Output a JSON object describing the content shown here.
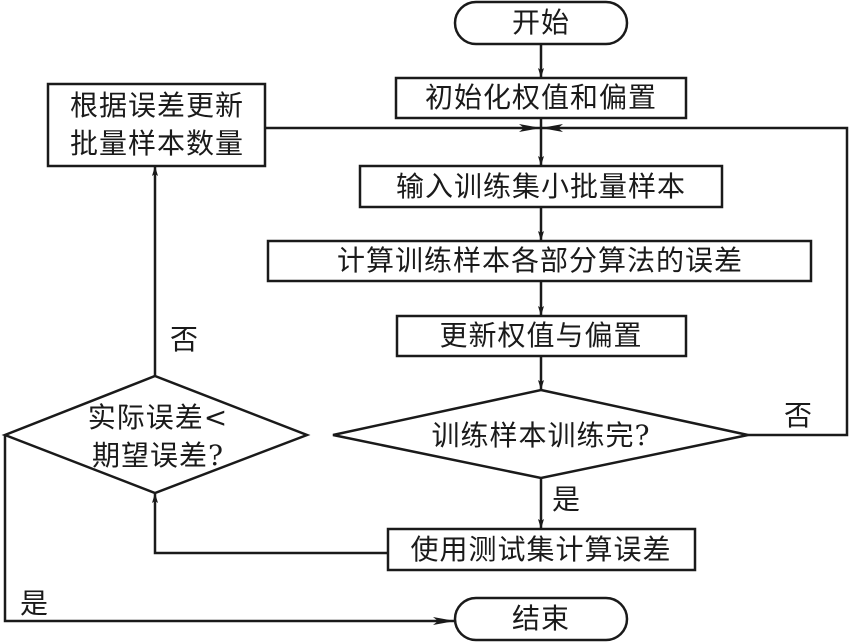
{
  "flowchart": {
    "nodes": {
      "start": {
        "type": "terminator",
        "label": "开始"
      },
      "init": {
        "type": "process",
        "label": "初始化权值和偏置"
      },
      "input_batch": {
        "type": "process",
        "label": "输入训练集小批量样本"
      },
      "compute_error": {
        "type": "process",
        "label": "计算训练样本各部分算法的误差"
      },
      "update_weights": {
        "type": "process",
        "label": "更新权值与偏置"
      },
      "training_done": {
        "type": "decision",
        "label": "训练样本训练完?"
      },
      "test_error": {
        "type": "process",
        "label": "使用测试集计算误差"
      },
      "error_check": {
        "type": "decision",
        "label_line1": "实际误差<",
        "label_line2": "期望误差?"
      },
      "update_batch": {
        "type": "process",
        "label_line1": "根据误差更新",
        "label_line2": "批量样本数量"
      },
      "end": {
        "type": "terminator",
        "label": "结束"
      }
    },
    "edge_labels": {
      "training_done_no": "否",
      "training_done_yes": "是",
      "error_check_no": "否",
      "error_check_yes": "是"
    },
    "edges": [
      {
        "from": "start",
        "to": "init"
      },
      {
        "from": "init",
        "to": "input_batch"
      },
      {
        "from": "input_batch",
        "to": "compute_error"
      },
      {
        "from": "compute_error",
        "to": "update_weights"
      },
      {
        "from": "update_weights",
        "to": "training_done"
      },
      {
        "from": "training_done",
        "to": "input_batch",
        "label": "否"
      },
      {
        "from": "training_done",
        "to": "test_error",
        "label": "是"
      },
      {
        "from": "test_error",
        "to": "error_check"
      },
      {
        "from": "error_check",
        "to": "update_batch",
        "label": "否"
      },
      {
        "from": "update_batch",
        "to": "input_batch"
      },
      {
        "from": "error_check",
        "to": "end",
        "label": "是"
      }
    ],
    "colors": {
      "stroke": "#1a1a1a",
      "background": "#ffffff"
    }
  }
}
